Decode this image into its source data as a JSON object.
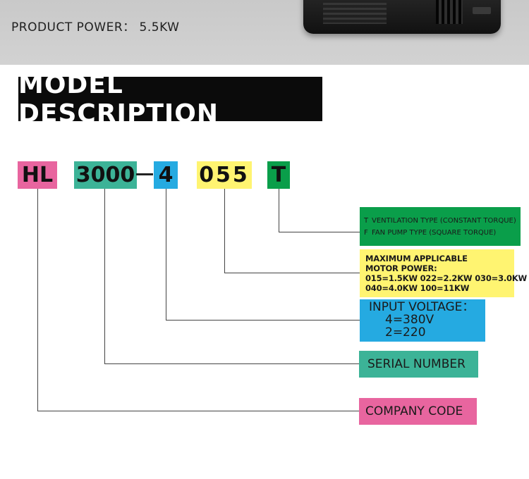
{
  "header": {
    "product_power_label": "PRODUCT POWER：",
    "product_power_value": "5.5KW"
  },
  "section_title": "MODEL DESCRIPTION",
  "model_code": {
    "company": "HL",
    "series": "3000",
    "voltage": "4",
    "power": "055",
    "type": "T",
    "colors": {
      "company": "#e8659f",
      "series": "#3cb397",
      "voltage": "#25aae1",
      "power": "#fff471",
      "type": "#0a9e4a"
    }
  },
  "descriptions": {
    "type": {
      "rows": [
        {
          "key": "T",
          "text": "VENTILATION TYPE (CONSTANT TORQUE)"
        },
        {
          "key": "F",
          "text": "FAN PUMP TYPE (SQUARE TORQUE)"
        }
      ]
    },
    "power": {
      "line1": "MAXIMUM APPLICABLE",
      "line2": "MOTOR POWER:",
      "line3": "015=1.5KW  022=2.2KW  030=3.0KW",
      "line4": "040=4.0KW  100=11KW"
    },
    "voltage": {
      "title": "INPUT VOLTAGE：",
      "option1": "4=380V",
      "option2": "2=220"
    },
    "serial": "SERIAL NUMBER",
    "company": "COMPANY CODE"
  }
}
